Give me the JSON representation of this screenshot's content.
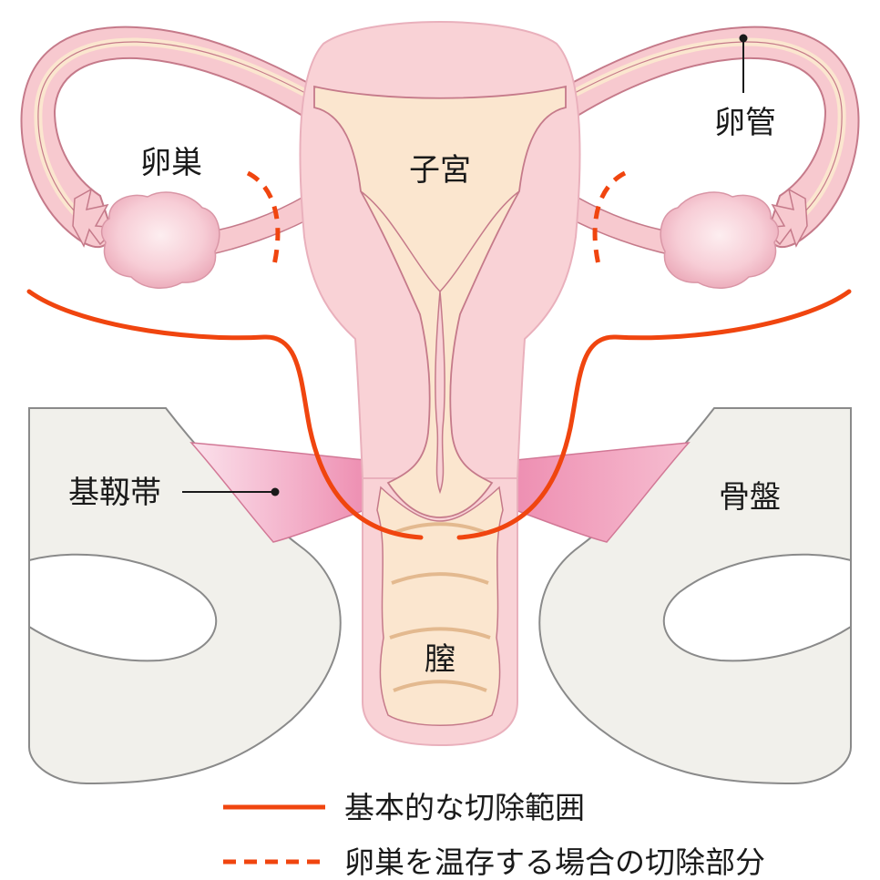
{
  "labels": {
    "uterus": "子宮",
    "ovary": "卵巣",
    "fallopian_tube": "卵管",
    "cardinal_ligament": "基靱帯",
    "pelvis": "骨盤",
    "vagina": "膣"
  },
  "legend": {
    "solid": "基本的な切除範囲",
    "dashed": "卵巣を温存する場合の切除部分"
  },
  "colors": {
    "resection_line": "#f0450f",
    "uterus_outer": "#f9d2d6",
    "uterus_inner": "#fbe6cf",
    "tissue_outline": "#c57a8a",
    "bone_fill": "#f1f0eb",
    "bone_outline": "#8a8a8a",
    "ligament": "#ee8fb2",
    "vagina_rings": "#e3b98f"
  }
}
